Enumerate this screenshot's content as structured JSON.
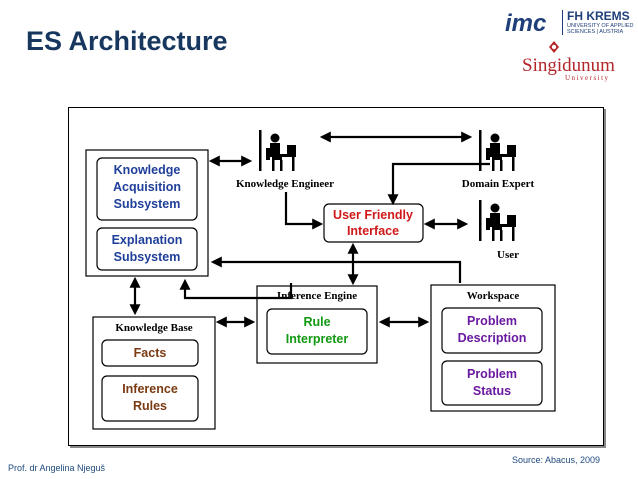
{
  "slide": {
    "title": "ES Architecture",
    "footer_author": "Prof. dr Angelina Njeguš",
    "source": "Source: Abacus, 2009"
  },
  "logos": {
    "imc": "imc",
    "fh_name": "FH KREMS",
    "fh_sub1": "UNIVERSITY OF APPLIED",
    "fh_sub2": "SCIENCES | AUSTRIA",
    "singidunum": "Singidunum",
    "university": "University"
  },
  "diagram": {
    "knowledge_acquisition": [
      "Knowledge",
      "Acquisition",
      "Subsystem"
    ],
    "explanation": [
      "Explanation",
      "Subsystem"
    ],
    "knowledge_engineer": "Knowledge Engineer",
    "domain_expert": "Domain Expert",
    "user": "User",
    "user_interface": [
      "User Friendly",
      "Interface"
    ],
    "inference_engine": "Inference Engine",
    "rule_interpreter": [
      "Rule",
      "Interpreter"
    ],
    "knowledge_base": "Knowledge Base",
    "facts": "Facts",
    "inference_rules": [
      "Inference",
      "Rules"
    ],
    "workspace": "Workspace",
    "problem_description": [
      "Problem",
      "Description"
    ],
    "problem_status": [
      "Problem",
      "Status"
    ]
  },
  "colors": {
    "title": "#17375e",
    "subsystem_text": "#1f3f9a",
    "interface_text": "#d01818",
    "facts_text": "#7a3a12",
    "interpreter_text": "#119911",
    "workspace_text": "#6a1aa0"
  }
}
